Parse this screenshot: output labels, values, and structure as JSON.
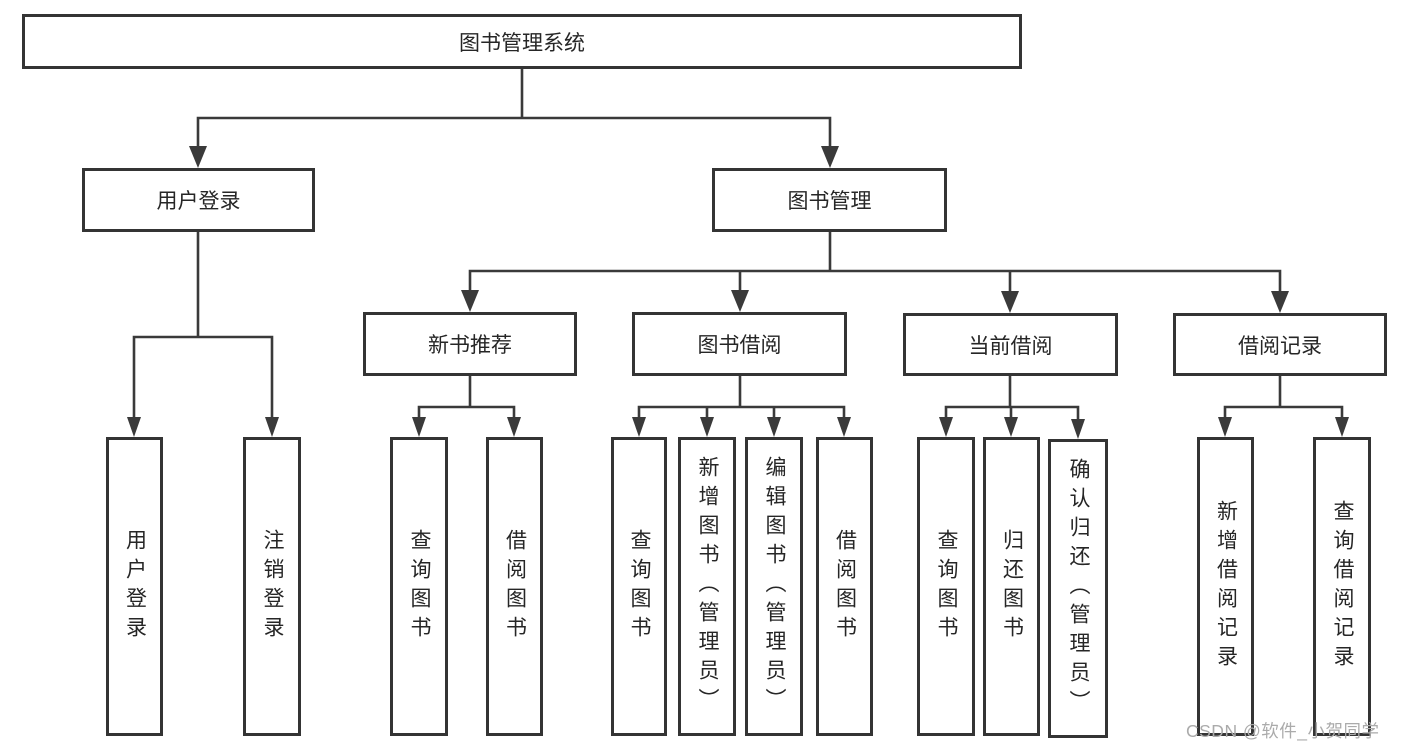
{
  "diagram": {
    "title": "图书管理系统",
    "nodes": {
      "root": "图书管理系统",
      "level2": [
        "用户登录",
        "图书管理"
      ],
      "level3": [
        "新书推荐",
        "图书借阅",
        "当前借阅",
        "借阅记录"
      ],
      "leaves": {
        "user_login": [
          "用户登录",
          "注销登录"
        ],
        "new_book": [
          "查询图书",
          "借阅图书"
        ],
        "book_borrow": [
          "查询图书",
          "新增图书（管理员）",
          "编辑图书（管理员）",
          "借阅图书"
        ],
        "current_borrow": [
          "查询图书",
          "归还图书",
          "确认归还（管理员）"
        ],
        "borrow_records": [
          "新增借阅记录",
          "查询借阅记录"
        ]
      }
    },
    "watermark": "CSDN @软件_小贺同学",
    "colors": {
      "line": "#3a3a3a",
      "box_border": "#343434",
      "box_background": "#ffffff",
      "text": "#262626",
      "watermark_text": "#ababab",
      "background": "#ffffff"
    }
  }
}
